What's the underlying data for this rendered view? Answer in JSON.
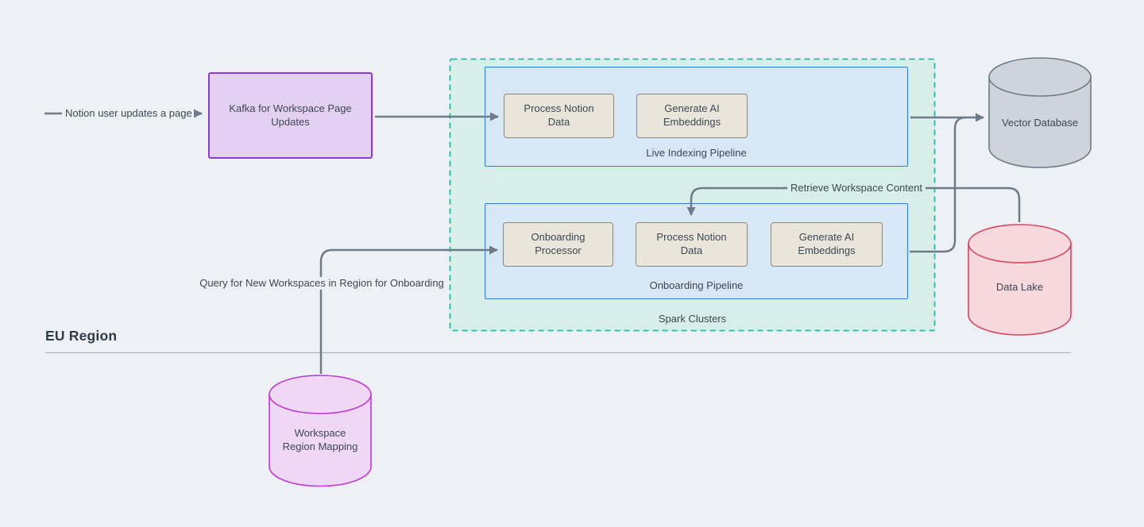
{
  "region": {
    "label": "EU Region"
  },
  "edges": {
    "user_update": "Notion user updates a page",
    "retrieve_content": "Retrieve Workspace Content",
    "query_workspaces": "Query for New Workspaces in Region for Onboarding"
  },
  "nodes": {
    "kafka": "Kafka for Workspace Page Updates",
    "live_process": "Process Notion Data",
    "live_generate": "Generate AI Embeddings",
    "live_pipeline_label": "Live Indexing Pipeline",
    "onb_processor": "Onboarding Processor",
    "onb_process": "Process Notion Data",
    "onb_generate": "Generate AI Embeddings",
    "onb_pipeline_label": "Onboarding Pipeline",
    "spark_label": "Spark Clusters",
    "vector_db": "Vector Database",
    "data_lake": "Data Lake",
    "workspace_region_mapping": "Workspace Region Mapping"
  },
  "colors": {
    "page_bg": "#edf1f5",
    "connector": "#6e7a87",
    "text": "#3b4853",
    "kafka_fill": "#e4d0f3",
    "kafka_border": "#9136d9",
    "spark_fill": "#d8efe9",
    "spark_border": "#28b7a5",
    "pipeline_fill": "#d8e7f6",
    "pipeline_border": "#2f7ce0",
    "process_fill": "#e9e5da",
    "process_border": "#8d887c",
    "vector_db_fill": "#cdd4dc",
    "vector_db_border": "#707a85",
    "data_lake_fill": "#f7d9dd",
    "data_lake_border": "#d8465d",
    "mapping_fill": "#eed8f6",
    "mapping_border": "#c136d2",
    "divider": "#a9b1bb"
  }
}
